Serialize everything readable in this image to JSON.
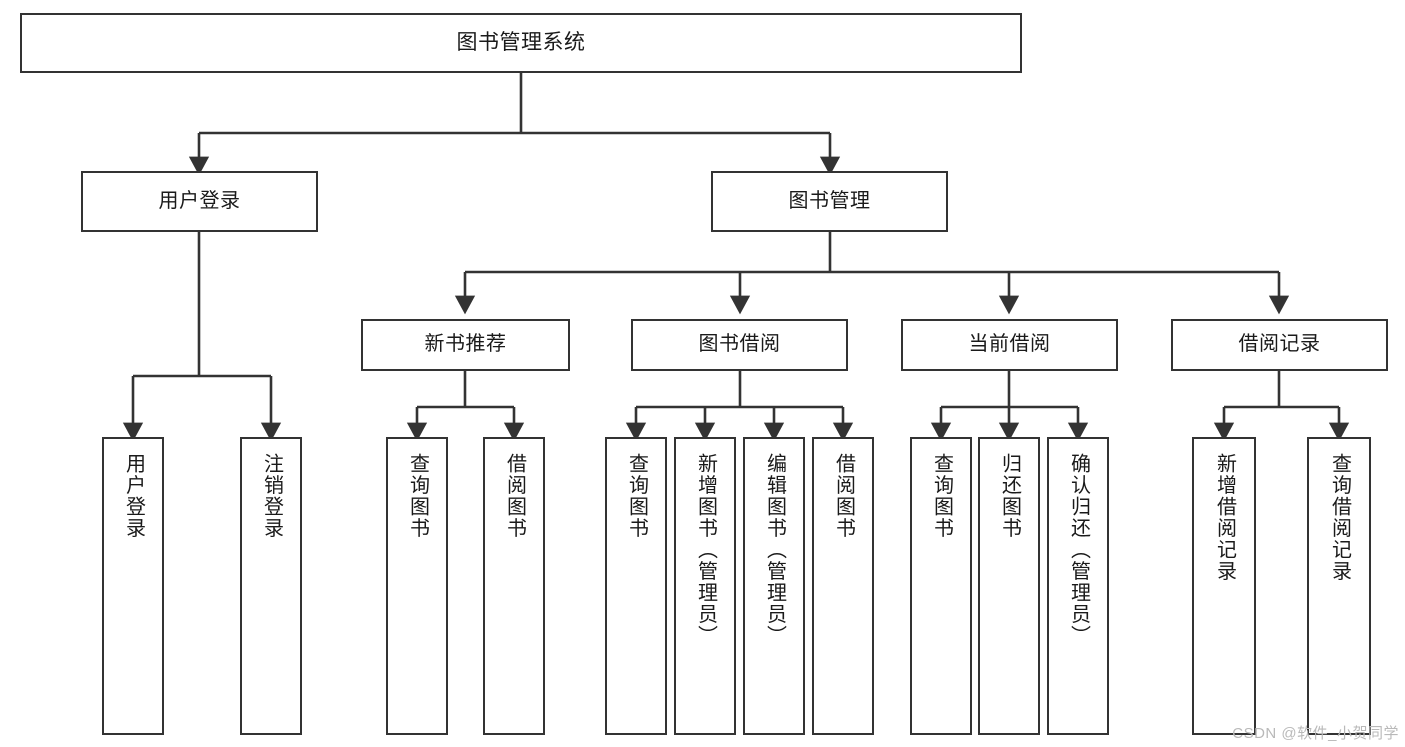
{
  "diagram": {
    "title": "图书管理系统",
    "type": "tree",
    "colors": {
      "node_border": "#333333",
      "node_fill": "#ffffff",
      "connector": "#333333",
      "text": "#1a1a1a",
      "watermark": "#b9b9b9",
      "background": "#ffffff"
    },
    "watermark": "CSDN @软件_小贺同学",
    "nodes": {
      "root": {
        "label": "图书管理系统"
      },
      "level2": [
        {
          "id": "user-login",
          "label": "用户登录"
        },
        {
          "id": "book-management",
          "label": "图书管理"
        }
      ],
      "level3": [
        {
          "id": "new-book-recommend",
          "label": "新书推荐"
        },
        {
          "id": "book-borrow",
          "label": "图书借阅"
        },
        {
          "id": "current-borrow",
          "label": "当前借阅"
        },
        {
          "id": "borrow-record",
          "label": "借阅记录"
        }
      ],
      "leaves": {
        "user-login": [
          {
            "id": "leaf-user-login",
            "label": "用户登录"
          },
          {
            "id": "leaf-logout-login",
            "label": "注销登录"
          }
        ],
        "new-book-recommend": [
          {
            "id": "leaf-query-book-1",
            "label": "查询图书"
          },
          {
            "id": "leaf-borrow-book-1",
            "label": "借阅图书"
          }
        ],
        "book-borrow": [
          {
            "id": "leaf-query-book-2",
            "label": "查询图书"
          },
          {
            "id": "leaf-add-book-admin",
            "label": "新增图书（管理员）"
          },
          {
            "id": "leaf-edit-book-admin",
            "label": "编辑图书（管理员）"
          },
          {
            "id": "leaf-borrow-book-2",
            "label": "借阅图书"
          }
        ],
        "current-borrow": [
          {
            "id": "leaf-query-book-3",
            "label": "查询图书"
          },
          {
            "id": "leaf-return-book",
            "label": "归还图书"
          },
          {
            "id": "leaf-confirm-return-admin",
            "label": "确认归还（管理员）"
          }
        ],
        "borrow-record": [
          {
            "id": "leaf-add-borrow-record",
            "label": "新增借阅记录"
          },
          {
            "id": "leaf-query-borrow-record",
            "label": "查询借阅记录"
          }
        ]
      }
    }
  }
}
